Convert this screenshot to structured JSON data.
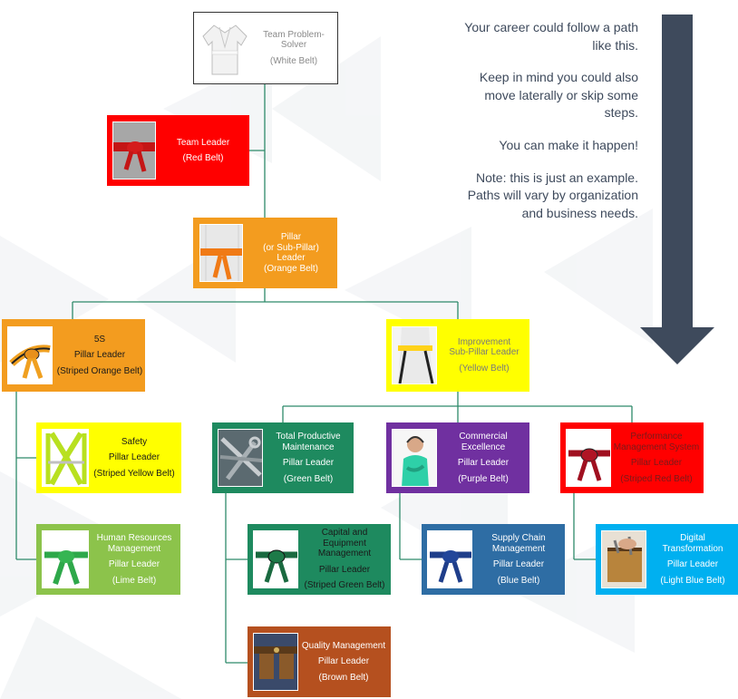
{
  "colors": {
    "white": "#ffffff",
    "red": "#ff0000",
    "orange": "#f39c1f",
    "yellow": "#ffff00",
    "green": "#1e8a5f",
    "purple": "#7030a0",
    "lime": "#8cc34b",
    "blue": "#2e6da4",
    "lightblue": "#00b0f0",
    "brown": "#b5501f",
    "arrow": "#3e4a5c",
    "line": "#2e8a6a"
  },
  "side_text": [
    "Your career could follow a path like this.",
    "Keep in mind you could also move laterally or skip some steps.",
    "You can make it happen!",
    "Note: this is just an example.  Paths will vary by organization and business needs."
  ],
  "nodes": {
    "white": {
      "l1": "Team Problem-",
      "l2": "Solver",
      "l3": "(White Belt)",
      "icon": "white-karate-gi-icon"
    },
    "red": {
      "l1": "Team Leader",
      "l2": "(Red Belt)",
      "icon": "red-belt-icon"
    },
    "orange": {
      "l1": "Pillar",
      "l2": "(or Sub-Pillar)",
      "l3": "Leader",
      "l4": "(Orange Belt)",
      "icon": "orange-belt-icon"
    },
    "fives": {
      "l1": "5S",
      "l2": "Pillar Leader",
      "l3": "(Striped Orange Belt)",
      "icon": "striped-orange-belt-icon"
    },
    "improve": {
      "l1": "Improvement",
      "l2": "Sub-Pillar Leader",
      "l3": "(Yellow Belt)",
      "icon": "yellow-belt-icon"
    },
    "safety": {
      "l1": "Safety",
      "l2": "Pillar Leader",
      "l3": "(Striped Yellow Belt)",
      "icon": "safety-vest-icon"
    },
    "hr": {
      "l1": "Human Resources",
      "l2": "Management",
      "l3": "Pillar Leader",
      "l4": "(Lime Belt)",
      "icon": "lime-belt-icon"
    },
    "tpm": {
      "l1": "Total Productive",
      "l2": "Maintenance",
      "l3": "Pillar Leader",
      "l4": "(Green Belt)",
      "icon": "wrench-tools-icon"
    },
    "commercial": {
      "l1": "Commercial",
      "l2": "Excellence",
      "l3": "Pillar Leader",
      "l4": "(Purple Belt)",
      "icon": "person-headset-icon"
    },
    "perf": {
      "l1": "Performance",
      "l2": "Management System",
      "l3": "Pillar Leader",
      "l4": "(Striped Red Belt)",
      "icon": "striped-red-belt-icon"
    },
    "capital": {
      "l1": "Capital and",
      "l2": "Equipment",
      "l3": "Management",
      "l4": "Pillar Leader",
      "l5": "(Striped Green Belt)",
      "icon": "striped-green-belt-icon"
    },
    "supply": {
      "l1": "Supply Chain",
      "l2": "Management",
      "l3": "Pillar Leader",
      "l4": "(Blue Belt)",
      "icon": "blue-belt-icon"
    },
    "digital": {
      "l1": "Digital",
      "l2": "Transformation",
      "l3": "Pillar Leader",
      "l4": "(Light Blue Belt)",
      "icon": "tool-belt-icon"
    },
    "quality": {
      "l1": "Quality Management",
      "l2": "Pillar Leader",
      "l3": "(Brown Belt)",
      "icon": "brown-tool-belt-icon"
    }
  }
}
